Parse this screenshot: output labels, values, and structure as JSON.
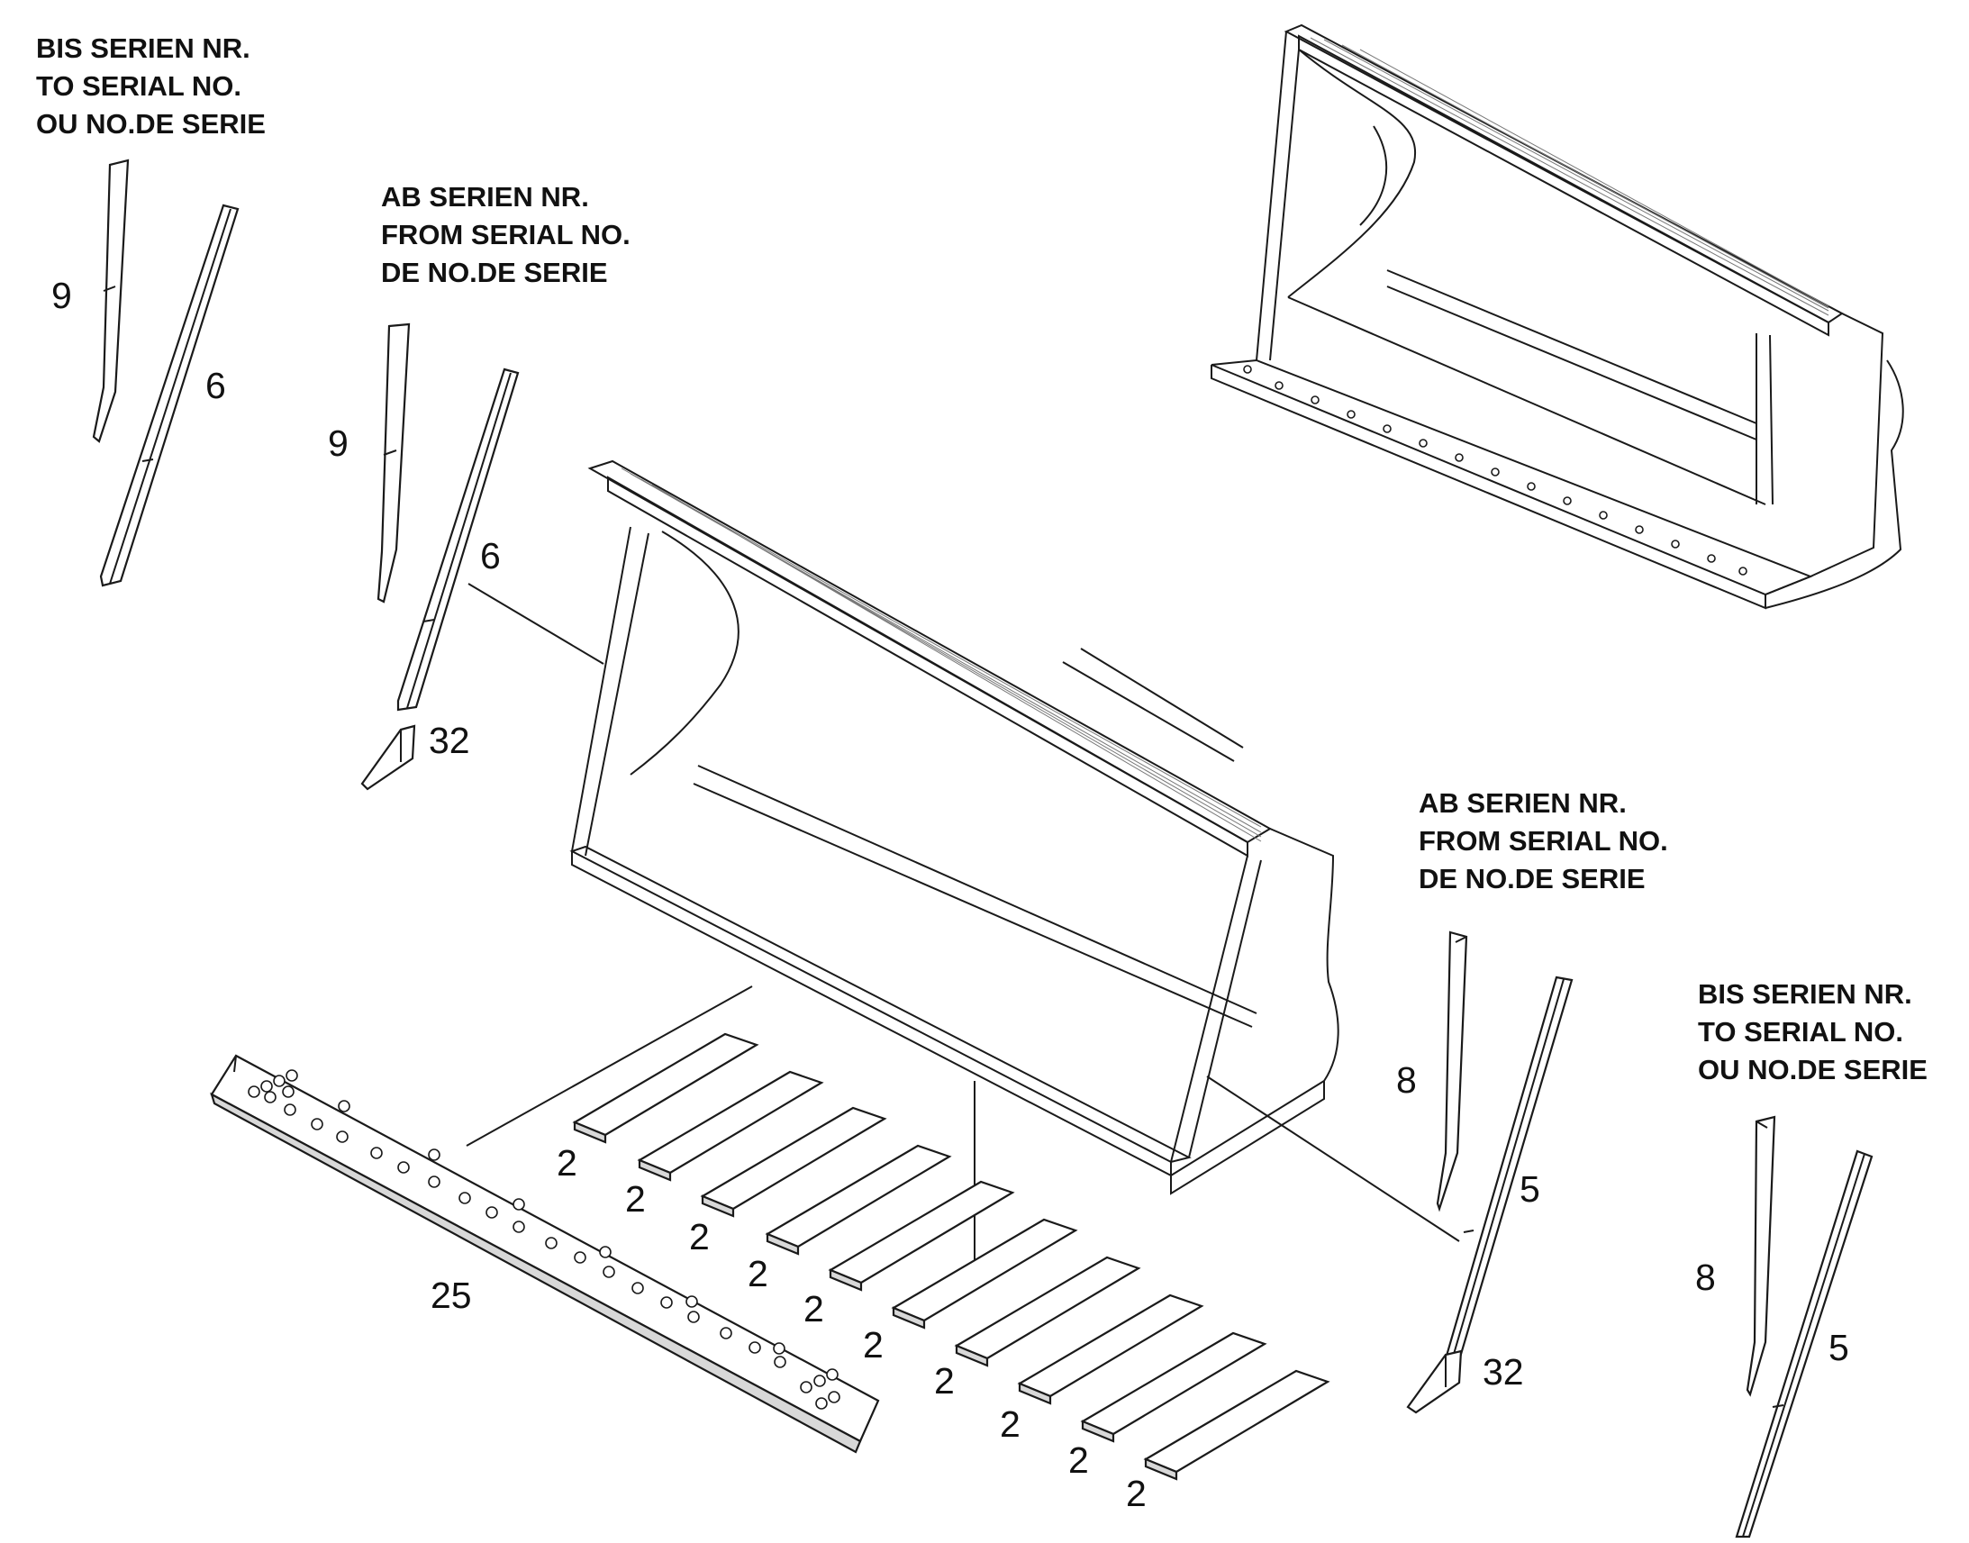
{
  "notes": {
    "to_serial_left": [
      "BIS SERIEN NR.",
      "TO SERIAL NO.",
      "OU NO.DE SERIE"
    ],
    "from_serial_left": [
      "AB SERIEN NR.",
      "FROM SERIAL NO.",
      "DE NO.DE SERIE"
    ],
    "from_serial_right": [
      "AB SERIEN NR.",
      "FROM SERIAL NO.",
      "DE NO.DE SERIE"
    ],
    "to_serial_right": [
      "BIS SERIEN NR.",
      "TO SERIAL NO.",
      "OU NO.DE SERIE"
    ]
  },
  "callouts": {
    "left_old_side_plate": "9",
    "left_old_side_cutter": "6",
    "left_new_side_plate": "9",
    "left_new_side_cutter": "6",
    "left_corner_piece": "32",
    "cutting_edge": "25",
    "wear_strip": "2",
    "right_new_side_plate": "8",
    "right_new_side_cutter": "5",
    "right_corner_piece": "32",
    "right_old_side_plate": "8",
    "right_old_side_cutter": "5"
  }
}
